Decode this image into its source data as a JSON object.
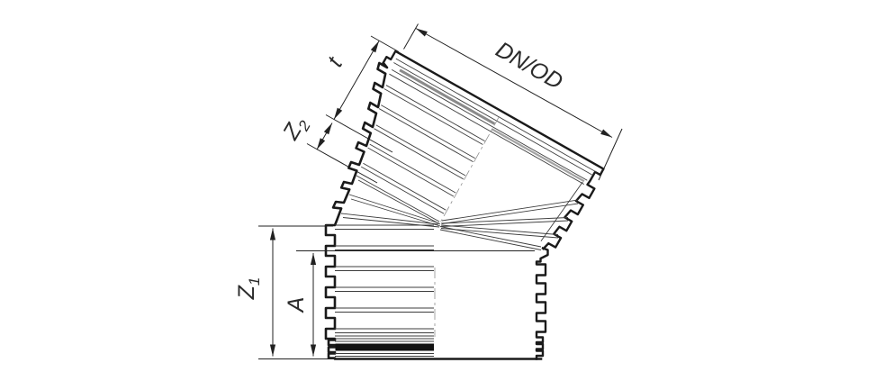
{
  "drawing": {
    "title": "pipe-bend-dimension-drawing",
    "labels": {
      "insertion_depth": "t",
      "z2_base": "Z",
      "z2_sub": "2",
      "diameter": "DN/OD",
      "z1_base": "Z",
      "z1_sub": "1",
      "length_a": "A"
    },
    "accent_colors": {
      "line": "#1a1a1a",
      "seal": "#111111",
      "background": "#ffffff"
    }
  }
}
